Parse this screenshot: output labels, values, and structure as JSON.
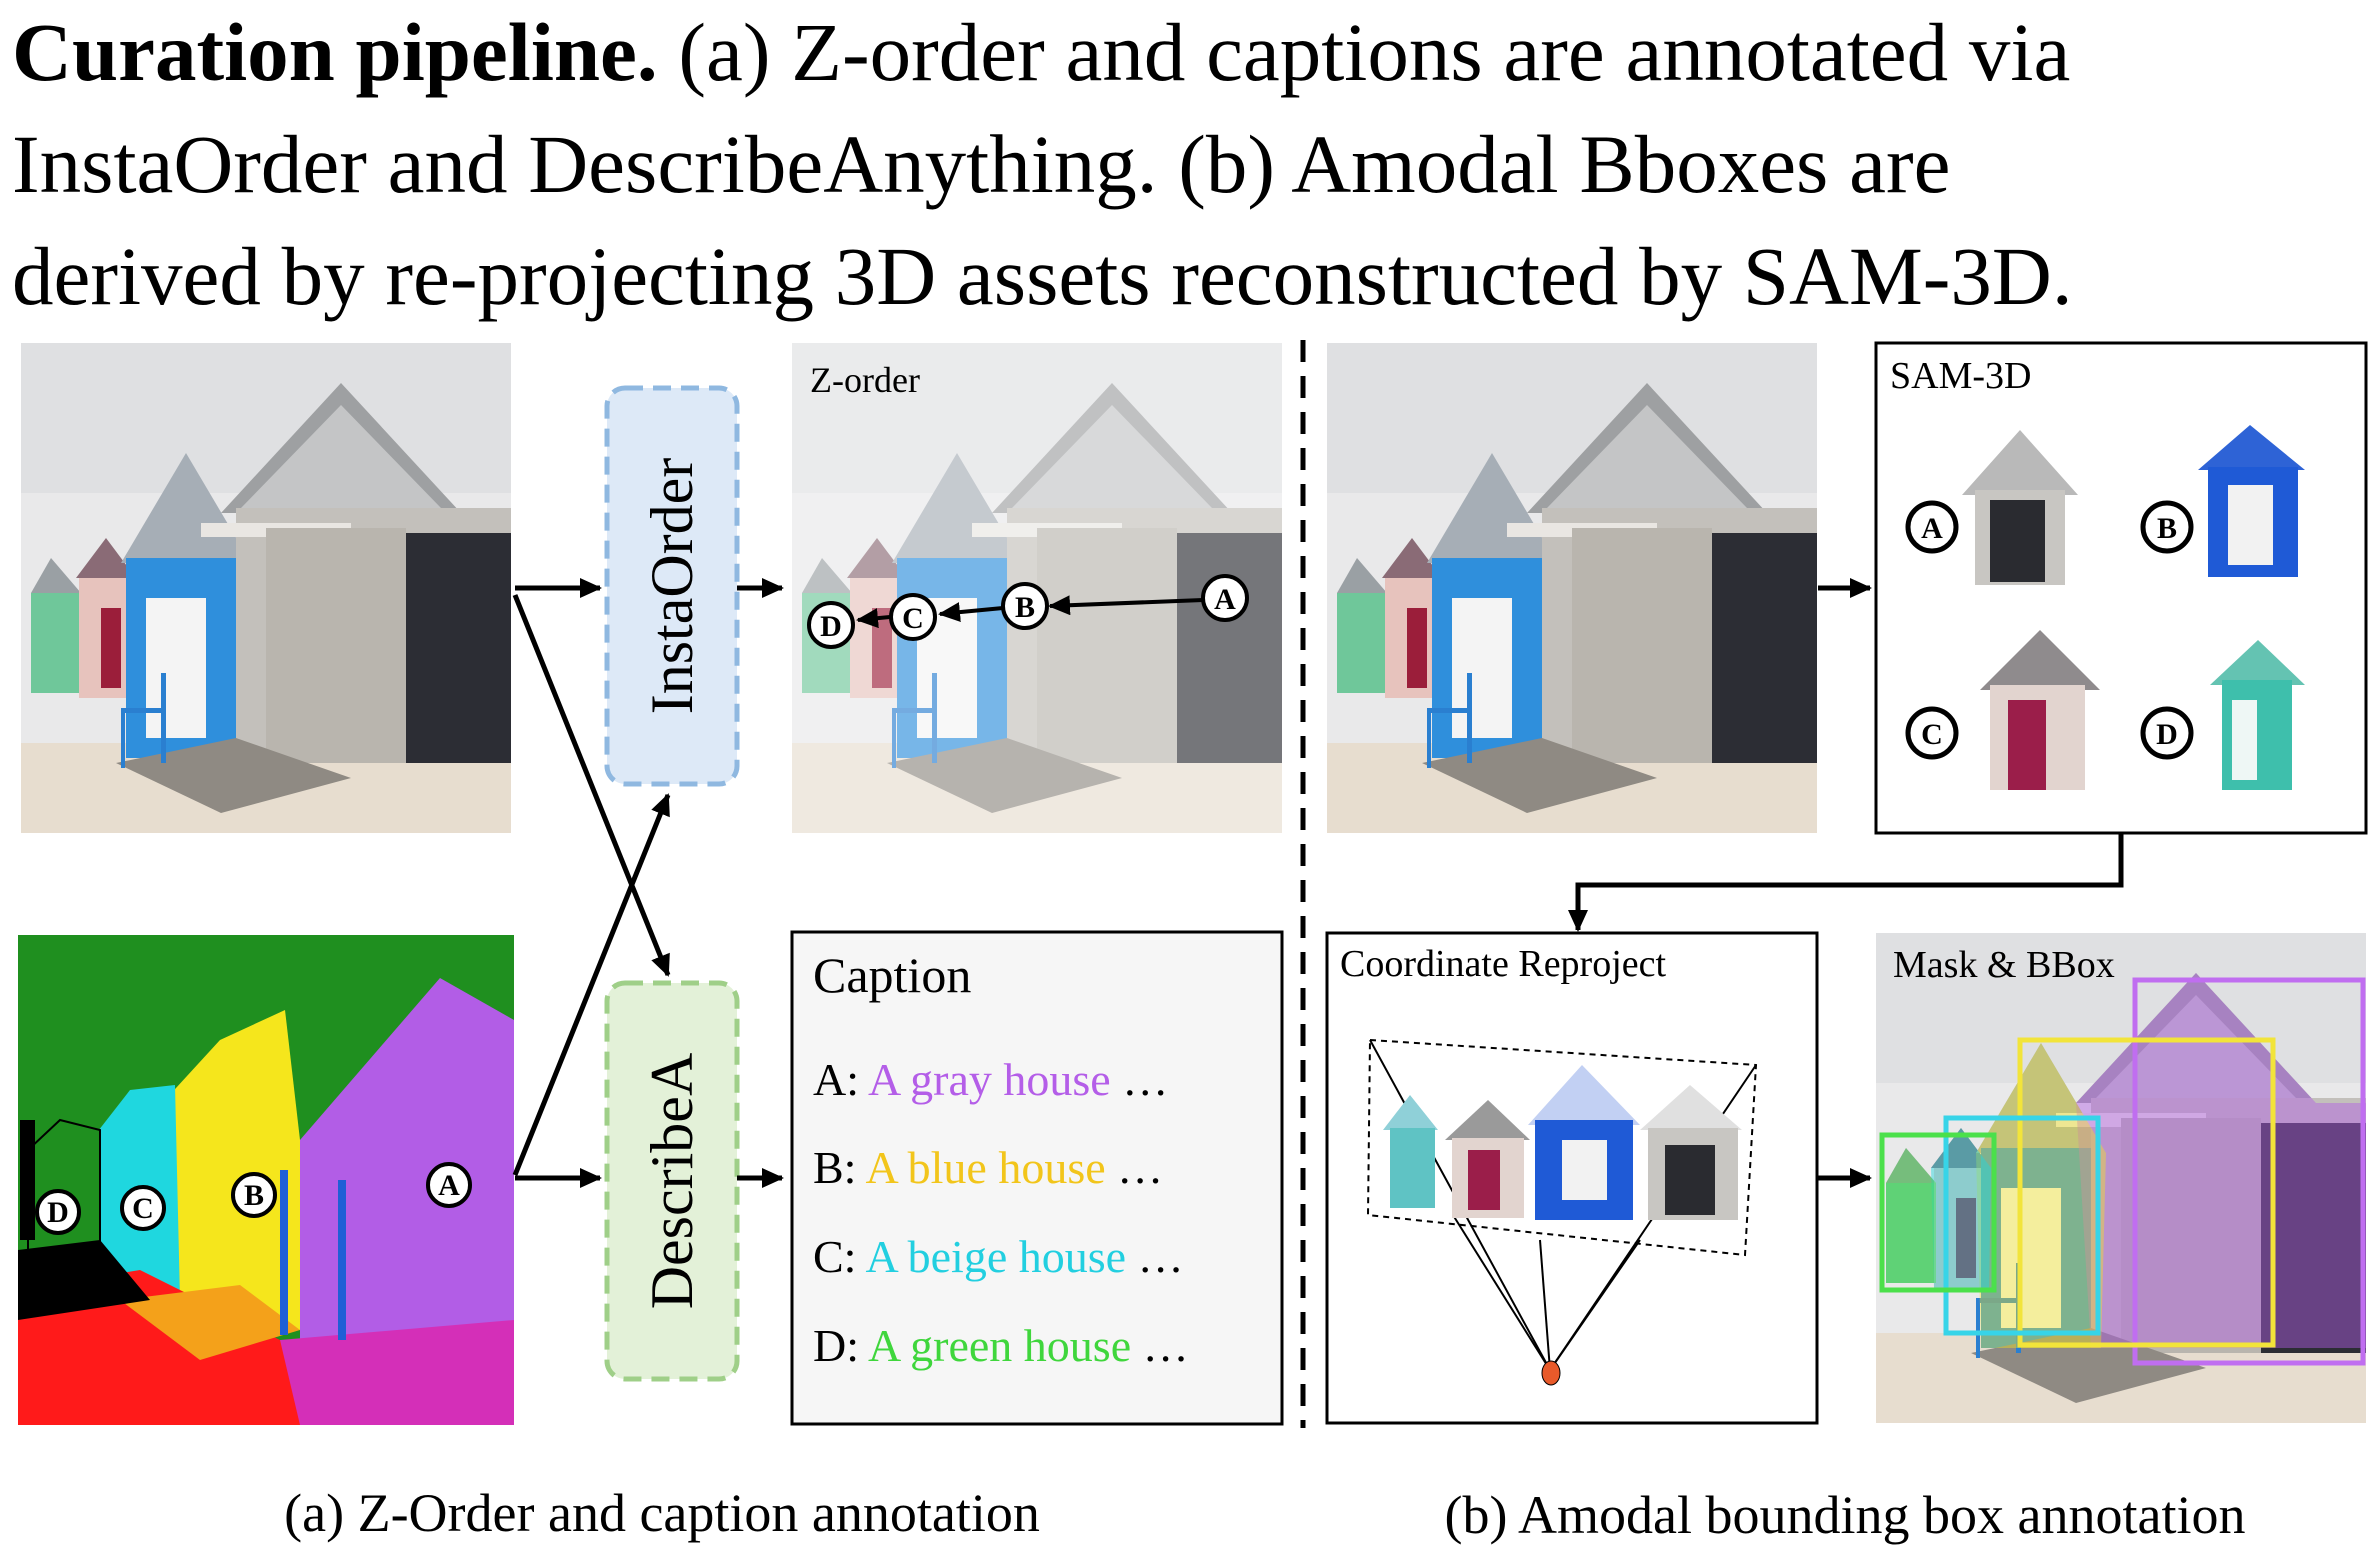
{
  "caption": {
    "bold": "Curation pipeline.",
    "line1": "(a) Z-order and captions are annotated via",
    "line2": "InstaOrder and DescribeAnything. (b) Amodal Bboxes are",
    "line3": "derived by re-projecting 3D assets reconstructed by SAM-3D."
  },
  "panel_a": {
    "instaorder_label": "InstaOrder",
    "describe_label": "DescribeA",
    "zorder_label": "Z-order",
    "caption_title": "Caption",
    "captions": [
      {
        "key": "A:",
        "text": "A gray house",
        "ellipsis": "…",
        "color": "#b45ee8"
      },
      {
        "key": "B:",
        "text": "A blue house",
        "ellipsis": "…",
        "color": "#f2c51b"
      },
      {
        "key": "C:",
        "text": "A beige house",
        "ellipsis": "…",
        "color": "#22cfe0"
      },
      {
        "key": "D:",
        "text": "A green house",
        "ellipsis": "…",
        "color": "#3fd63c"
      }
    ],
    "markers": {
      "a": "A",
      "b": "B",
      "c": "C",
      "d": "D"
    },
    "subtitle": "(a) Z-Order and caption annotation"
  },
  "panel_b": {
    "sam3d_label": "SAM-3D",
    "reproject_label": "Coordinate Reproject",
    "maskbbox_label": "Mask & BBox",
    "subtitle": "(b) Amodal bounding box annotation"
  },
  "colors": {
    "instaorder_fill": "#dde9f7",
    "instaorder_stroke": "#8fb8e0",
    "describe_fill": "#e3f1d8",
    "describe_stroke": "#9fcf88",
    "seg_green": "#1f8f1f",
    "seg_purple": "#b25de6",
    "seg_yellow": "#f5e61c",
    "seg_cyan": "#1fd7df",
    "seg_red": "#ff1a1a",
    "seg_magenta": "#d42fb8",
    "seg_orange": "#f4a11a",
    "bbox_purple": "#c06ef0",
    "bbox_yellow": "#f2e43a",
    "bbox_cyan": "#37d4e8",
    "bbox_green": "#4be04b"
  }
}
